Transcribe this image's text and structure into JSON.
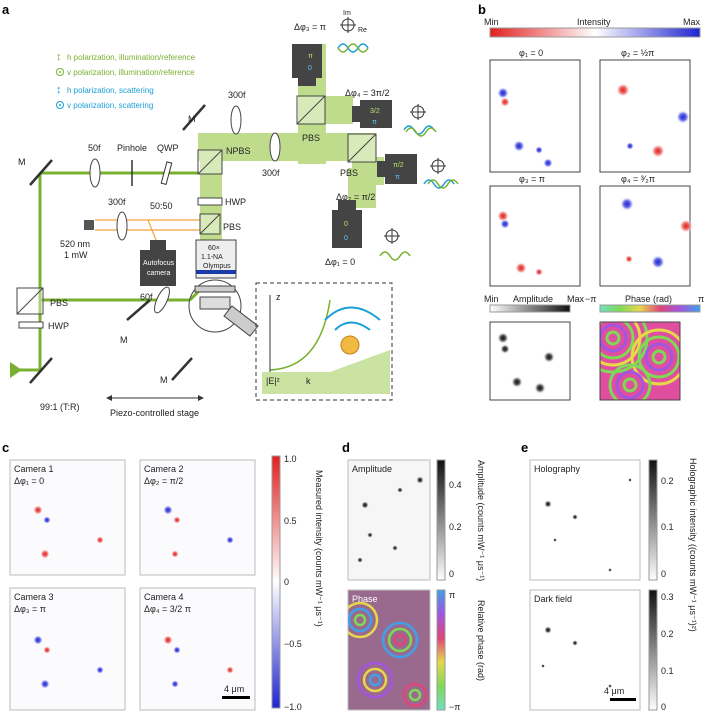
{
  "panels": {
    "a": "a",
    "b": "b",
    "c": "c",
    "d": "d",
    "e": "e"
  },
  "legend": {
    "h_ill": "h polarization, illumination/reference",
    "v_ill": "v polarization, illumination/reference",
    "h_sc": "h polarization, scattering",
    "v_sc": "v polarization, scattering"
  },
  "setup": {
    "m": "M",
    "f50": "50f",
    "pinhole": "Pinhole",
    "qwp": "QWP",
    "npbs": "NPBS",
    "pbs": "PBS",
    "f300": "300f",
    "f300b": "300f",
    "f300c": "300f",
    "hwp": "HWP",
    "s5050": "50:50",
    "laser1": "520 nm",
    "laser2": "1 mW",
    "autofocus1": "Autofocus",
    "autofocus2": "camera",
    "obj1": "60×",
    "obj2": "1.1-NA",
    "obj3": "Olympus",
    "f60": "60f",
    "split": "99:1 (T:R)",
    "stage": "Piezo-controlled stage",
    "cam3_phase": "Δφ₃ = π",
    "cam4_phase": "Δφ₄ = 3π/2",
    "cam2_phase": "Δφ₂ = π/2",
    "cam1_phase": "Δφ₁ = 0",
    "c3_lbl_a": "π",
    "c3_lbl_b": "0",
    "c4_lbl_a": "3/2",
    "c4_lbl_b": "π",
    "c2_lbl_a": "π/2",
    "c2_lbl_b": "π",
    "c1_lbl_a": "0",
    "c1_lbl_b": "0",
    "im": "Im",
    "re": "Re",
    "z": "z",
    "efield": "|E|²",
    "k": "k"
  },
  "b": {
    "min": "Min",
    "intensity": "Intensity",
    "max": "Max",
    "phi1": "φ₁ = 0",
    "phi2": "φ₂ = ½π",
    "phi3": "φ₃ = π",
    "phi4": "φ₄ = ³⁄₂π",
    "amp_min": "Min",
    "amp": "Amplitude",
    "amp_max": "Max",
    "ph_neg": "−π",
    "ph": "Phase (rad)",
    "ph_pos": "π"
  },
  "c": {
    "cam1": "Camera 1",
    "cam1_phase": "Δφ₁ = 0",
    "cam2": "Camera 2",
    "cam2_phase": "Δφ₂ = π/2",
    "cam3": "Camera 3",
    "cam3_phase": "Δφ₃ = π",
    "cam4": "Camera 4",
    "cam4_phase": "Δφ₄ = 3/2 π",
    "ticks": [
      "1.0",
      "0.5",
      "0",
      "−0.5",
      "−1.0"
    ],
    "cbar_label": "Measured intensity (counts mW⁻¹ μs⁻¹)",
    "scale": "4 μm"
  },
  "d": {
    "amp": "Amplitude",
    "phase": "Phase",
    "amp_ticks": [
      "0.4",
      "0.2",
      "0"
    ],
    "amp_label": "Amplitude (counts mW⁻¹ μs⁻¹)",
    "ph_ticks": [
      "π",
      "−π"
    ],
    "ph_label": "Relative phase (rad)"
  },
  "e": {
    "holo": "Holography",
    "dark": "Dark field",
    "holo_ticks": [
      "0.2",
      "0.1",
      "0"
    ],
    "holo_label": "Holographic intensity ((counts mW⁻¹ μs⁻¹)²)",
    "dark_ticks": [
      "0.3",
      "0.2",
      "0.1",
      "0"
    ],
    "scale": "4 μm"
  },
  "colors": {
    "green": "#7ab02f",
    "blue": "#1a9fd6",
    "beam": "#b5d77a",
    "red": "#e0201e",
    "navy": "#1f25d0"
  }
}
